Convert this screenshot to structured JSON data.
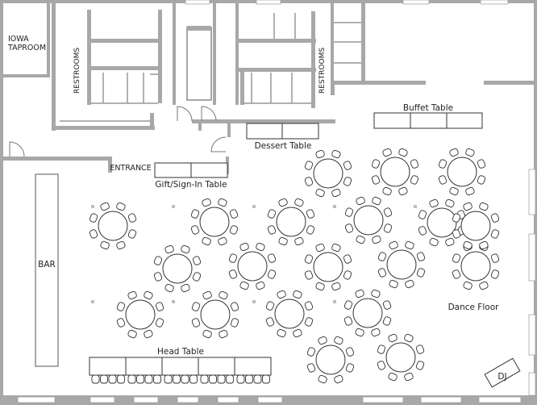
{
  "labels": {
    "iowa_taproom_line1": "IOWA",
    "iowa_taproom_line2": "TAPROOM",
    "restrooms_left": "RESTROOMS",
    "restrooms_right": "RESTROOMS",
    "buffet_table": "Buffet Table",
    "dessert_table": "Dessert Table",
    "entrance": "ENTRANCE",
    "gift_signin_table": "Gift/Sign-In Table",
    "bar": "BAR",
    "dance_floor": "Dance Floor",
    "head_table": "Head Table",
    "dj": "DJ"
  },
  "round_tables": {
    "count": 20,
    "chairs_per_table": 8
  },
  "head_table": {
    "segments": 5,
    "chairs": 20
  }
}
